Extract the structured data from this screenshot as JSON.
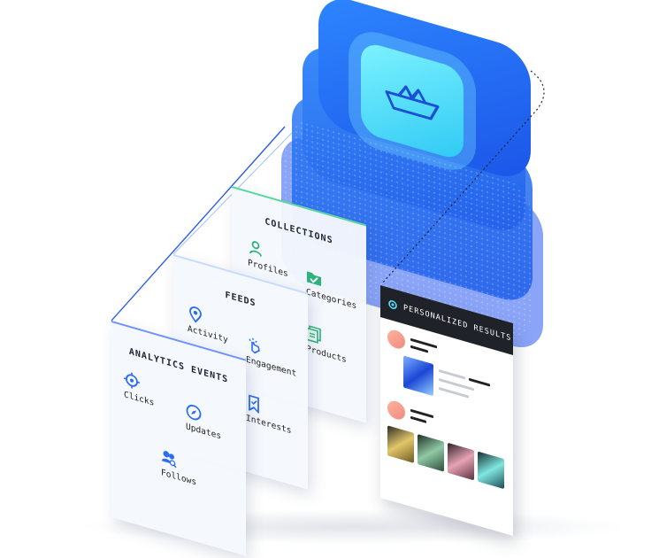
{
  "panels": {
    "collections": {
      "title": "COLLECTIONS",
      "items": [
        {
          "label": "Profiles",
          "icon": "user-icon"
        },
        {
          "label": "Categories",
          "icon": "folder-check-icon"
        },
        {
          "label": "Products",
          "icon": "document-stack-icon"
        }
      ]
    },
    "feeds": {
      "title": "FEEDS",
      "items": [
        {
          "label": "Activity",
          "icon": "pin-icon"
        },
        {
          "label": "Engagement",
          "icon": "tap-icon"
        },
        {
          "label": "Interests",
          "icon": "bookmark-icon"
        }
      ]
    },
    "analytics": {
      "title": "ANALYTICS EVENTS",
      "items": [
        {
          "label": "Clicks",
          "icon": "target-icon"
        },
        {
          "label": "Updates",
          "icon": "compass-icon"
        },
        {
          "label": "Follows",
          "icon": "people-search-icon"
        }
      ]
    }
  },
  "results": {
    "title": "PERSONALIZED RESULTS",
    "icon": "gear-logo-icon"
  },
  "block": {
    "icon": "boat-logo-icon"
  },
  "colors": {
    "block_blue": "#1f5de8",
    "tile_cyan": "#4fe0ff",
    "collections_accent": "#57d69b",
    "analytics_accent": "#6b93ff",
    "results_header": "#1f2329"
  }
}
